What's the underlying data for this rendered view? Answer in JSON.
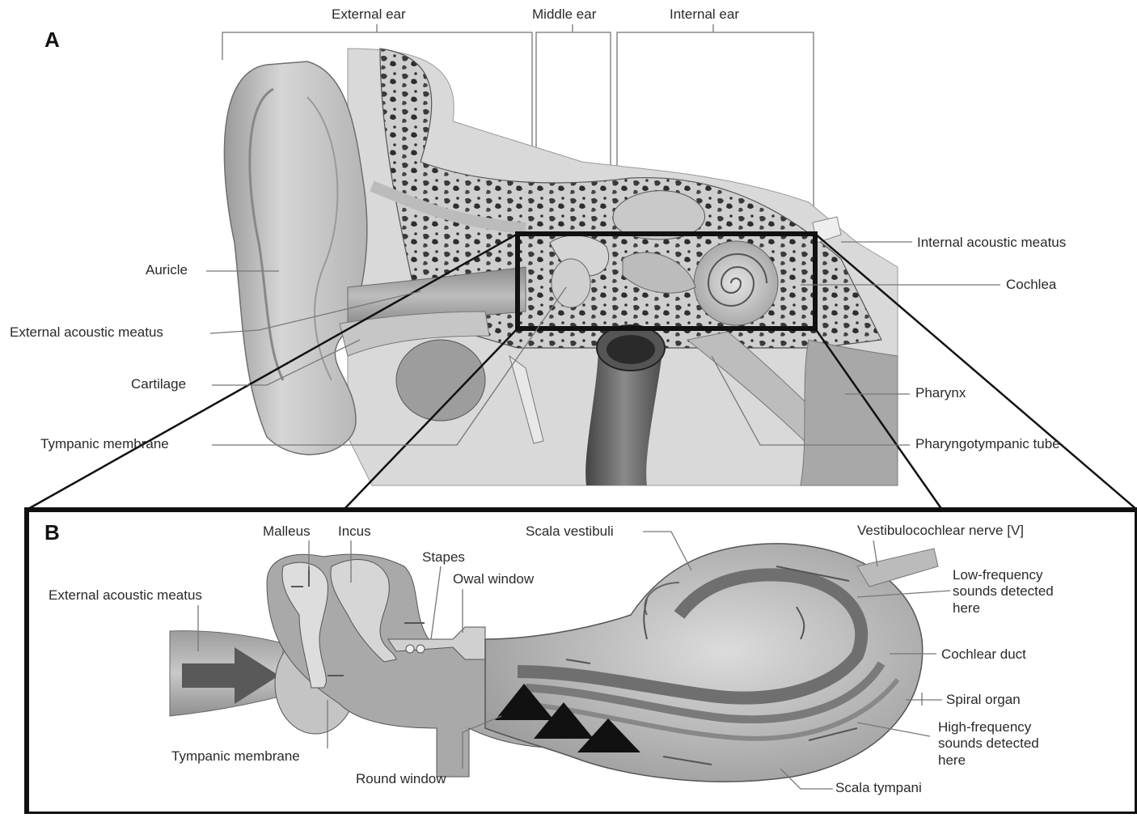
{
  "panel_a": {
    "letter": "A",
    "regions": {
      "external": "External ear",
      "middle": "Middle ear",
      "internal": "Internal ear"
    },
    "labels": {
      "auricle": "Auricle",
      "external_meatus": "External acoustic meatus",
      "cartilage": "Cartilage",
      "tympanic": "Tympanic membrane",
      "internal_meatus": "Internal acoustic meatus",
      "cochlea": "Cochlea",
      "pharynx": "Pharynx",
      "pharyngotympanic": "Pharyngotympanic tube"
    }
  },
  "panel_b": {
    "letter": "B",
    "labels": {
      "malleus": "Malleus",
      "incus": "Incus",
      "stapes": "Stapes",
      "oval_window": "Owal window",
      "external_meatus": "External acoustic meatus",
      "scala_vestibuli": "Scala vestibuli",
      "nerve": "Vestibulocochlear nerve [V]",
      "low_freq": "Low-frequency\nsounds detected\nhere",
      "cochlear_duct": "Cochlear duct",
      "spiral_organ": "Spiral organ",
      "high_freq": "High-frequency\nsounds detected\nhere",
      "tympanic": "Tympanic membrane",
      "round_window": "Round window",
      "scala_tympani": "Scala tympani"
    }
  }
}
